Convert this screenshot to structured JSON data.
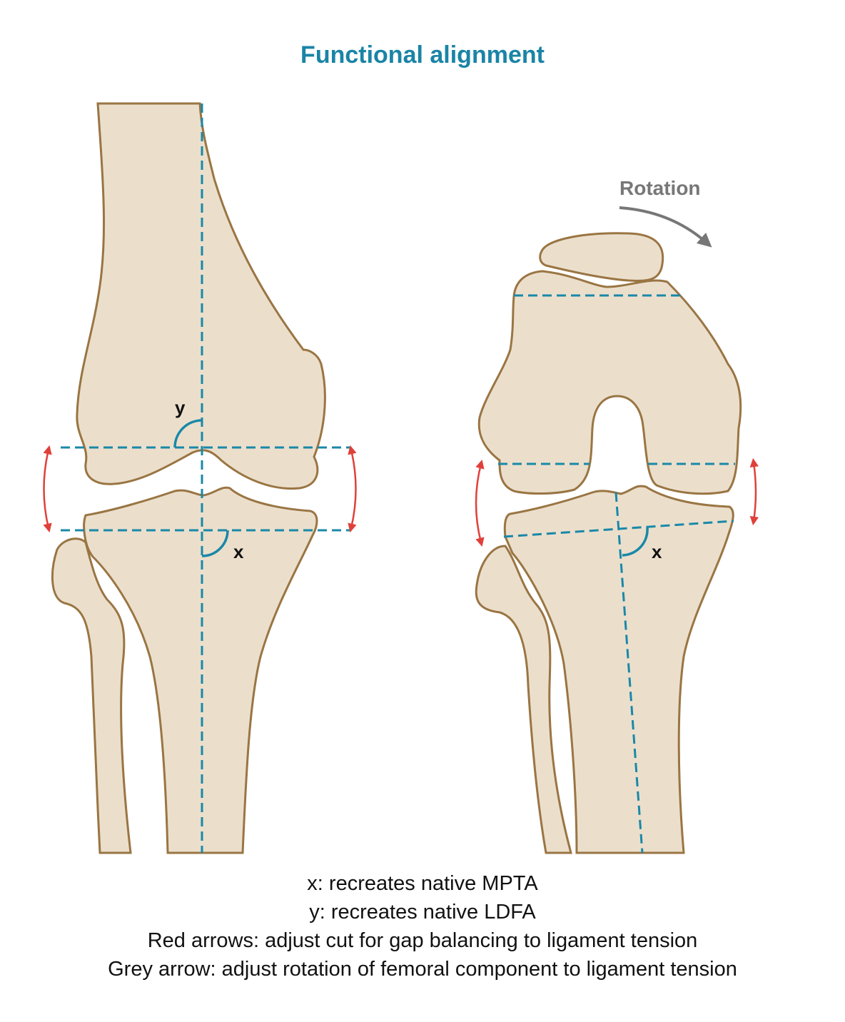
{
  "title": "Functional alignment",
  "labels": {
    "angle_x": "x",
    "angle_y": "y",
    "rotation": "Rotation"
  },
  "caption": [
    "x: recreates native MPTA",
    "y: recreates native LDFA",
    "Red arrows: adjust cut for gap balancing to ligament tension",
    "Grey arrow: adjust rotation of femoral component to ligament tension"
  ],
  "colors": {
    "accent": "#1a84a6",
    "red_arrow": "#e0403a",
    "grey_arrow": "#777777",
    "bone": "#ebdfcc",
    "bone_outline": "#9a7543"
  }
}
